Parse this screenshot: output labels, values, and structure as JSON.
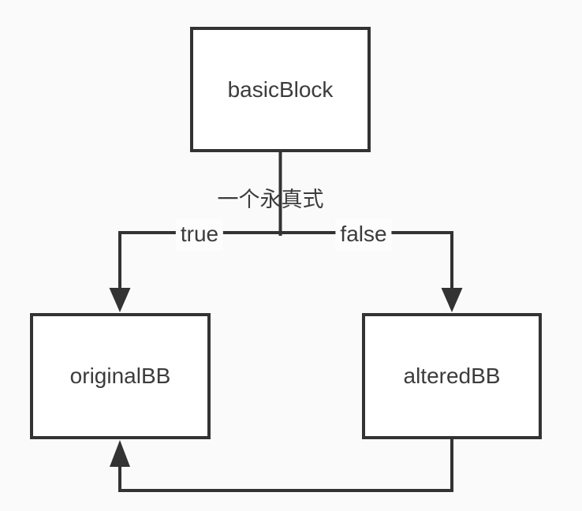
{
  "diagram": {
    "type": "flowchart",
    "nodes": [
      {
        "id": "basicBlock",
        "label": "basicBlock"
      },
      {
        "id": "originalBB",
        "label": "originalBB"
      },
      {
        "id": "alteredBB",
        "label": "alteredBB"
      }
    ],
    "edge_labels": {
      "condition": "一个永真式",
      "true_branch": "true",
      "false_branch": "false"
    },
    "edges": [
      {
        "from": "basicBlock",
        "to": "originalBB",
        "label": "true"
      },
      {
        "from": "basicBlock",
        "to": "alteredBB",
        "label": "false"
      },
      {
        "from": "alteredBB",
        "to": "originalBB",
        "label": ""
      }
    ],
    "colors": {
      "background": "#fafafa",
      "node_fill": "#ffffff",
      "stroke": "#333333",
      "text": "#3c3c3c",
      "label_background": "#fdfdfd"
    }
  }
}
